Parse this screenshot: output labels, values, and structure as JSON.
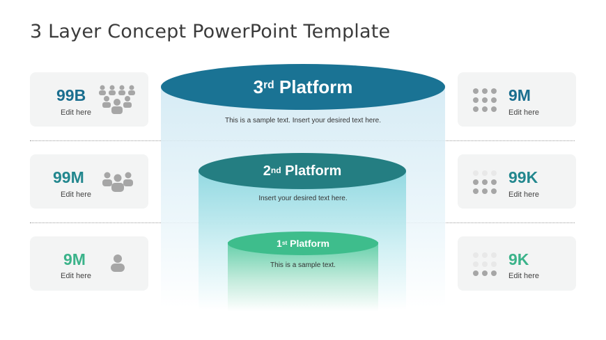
{
  "title": "3 Layer Concept PowerPoint Template",
  "colors": {
    "dark_teal": "#1a7394",
    "teal": "#247e82",
    "green": "#3ebd8c",
    "stat_dark": "#1a6e8f",
    "stat_mid": "#22878e",
    "stat_green": "#3bb38a",
    "icon_gray": "#a6a6a6"
  },
  "platforms": [
    {
      "id": "p3",
      "ordinal": "3",
      "suffix": "rd",
      "label": "Platform",
      "desc": "This is a sample text. Insert your desired text here."
    },
    {
      "id": "p2",
      "ordinal": "2",
      "suffix": "nd",
      "label": "Platform",
      "desc": "Insert your desired text here."
    },
    {
      "id": "p1",
      "ordinal": "1",
      "suffix": "st",
      "label": "Platform",
      "desc": "This is a sample text."
    }
  ],
  "left_cards": [
    {
      "value": "99B",
      "sub": "Edit here",
      "icon": "large-group-icon"
    },
    {
      "value": "99M",
      "sub": "Edit here",
      "icon": "group-icon"
    },
    {
      "value": "9M",
      "sub": "Edit here",
      "icon": "person-icon"
    }
  ],
  "right_cards": [
    {
      "value": "9M",
      "sub": "Edit here",
      "icon": "dot-grid-icon"
    },
    {
      "value": "99K",
      "sub": "Edit here",
      "icon": "dot-grid-icon"
    },
    {
      "value": "9K",
      "sub": "Edit here",
      "icon": "dot-grid-icon"
    }
  ]
}
